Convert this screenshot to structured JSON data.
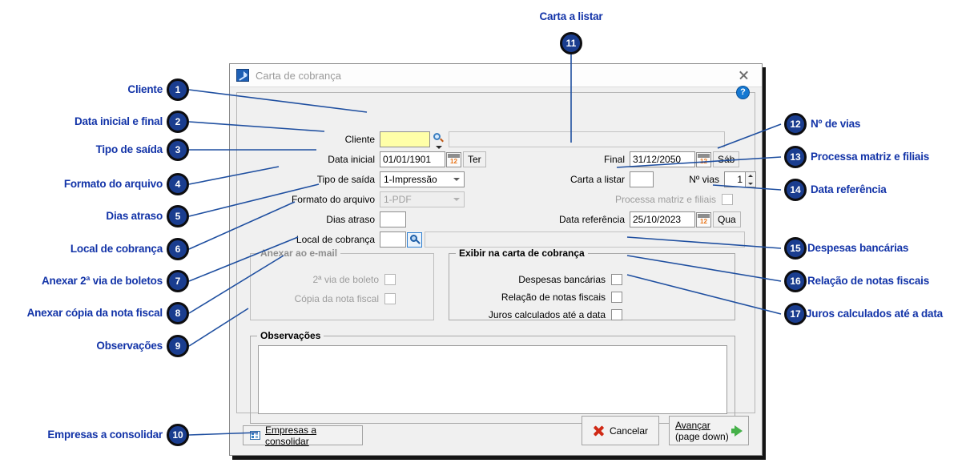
{
  "window": {
    "title": "Carta de cobrança",
    "icon": "app-icon",
    "close_label": "×",
    "help_label": "?"
  },
  "form": {
    "cliente_label": "Cliente",
    "cliente_value": "",
    "cliente_desc_value": "",
    "data_inicial_label": "Data inicial",
    "data_inicial_value": "01/01/1901",
    "data_inicial_day": "Ter",
    "final_label": "Final",
    "final_value": "31/12/2050",
    "final_day": "Sáb",
    "tipo_saida_label": "Tipo de saída",
    "tipo_saida_value": "1-Impressão",
    "carta_listar_label": "Carta a listar",
    "carta_listar_value": "",
    "num_vias_label": "Nº vias",
    "num_vias_value": "1",
    "formato_arquivo_label": "Formato do arquivo",
    "formato_arquivo_value": "1-PDF",
    "processa_matriz_label": "Processa matriz e filiais",
    "dias_atraso_label": "Dias atraso",
    "dias_atraso_value": "",
    "data_referencia_label": "Data referência",
    "data_referencia_value": "25/10/2023",
    "data_referencia_day": "Qua",
    "local_cobranca_label": "Local de cobrança",
    "local_cobranca_value": "",
    "local_cobranca_desc_value": "",
    "calendar_day_number": "12"
  },
  "anexar_group": {
    "title": "Anexar ao e-mail",
    "items": [
      {
        "label": "2ª via de boleto"
      },
      {
        "label": "Cópia da nota fiscal"
      }
    ]
  },
  "exibir_group": {
    "title": "Exibir na carta de cobrança",
    "items": [
      {
        "label": "Despesas bancárias"
      },
      {
        "label": "Relação de notas fiscais"
      },
      {
        "label": "Juros calculados até a data"
      }
    ]
  },
  "observacoes": {
    "title": "Observações",
    "value": ""
  },
  "footer": {
    "consolidar_label": "Empresas a consolidar",
    "cancelar_label": "Cancelar",
    "avancar_label": "Avançar",
    "avancar_sub": "(page down)"
  },
  "annotations": {
    "accent_color": "#1334a8",
    "badge_color": "#1a3d8f",
    "items": [
      {
        "num": "1",
        "label": "Cliente"
      },
      {
        "num": "2",
        "label": "Data inicial e final"
      },
      {
        "num": "3",
        "label": "Tipo de saída"
      },
      {
        "num": "4",
        "label": "Formato do arquivo"
      },
      {
        "num": "5",
        "label": "Dias atraso"
      },
      {
        "num": "6",
        "label": "Local de cobrança"
      },
      {
        "num": "7",
        "label": "Anexar 2ª via de boletos"
      },
      {
        "num": "8",
        "label": "Anexar cópia da nota fiscal"
      },
      {
        "num": "9",
        "label": "Observações"
      },
      {
        "num": "10",
        "label": "Empresas a consolidar"
      },
      {
        "num": "11",
        "label": "Carta a listar"
      },
      {
        "num": "12",
        "label": "Nº de vias"
      },
      {
        "num": "13",
        "label": "Processa matriz e filiais"
      },
      {
        "num": "14",
        "label": "Data referência"
      },
      {
        "num": "15",
        "label": "Despesas bancárias"
      },
      {
        "num": "16",
        "label": "Relação de notas fiscais"
      },
      {
        "num": "17",
        "label": "Juros calculados até a data"
      }
    ]
  }
}
